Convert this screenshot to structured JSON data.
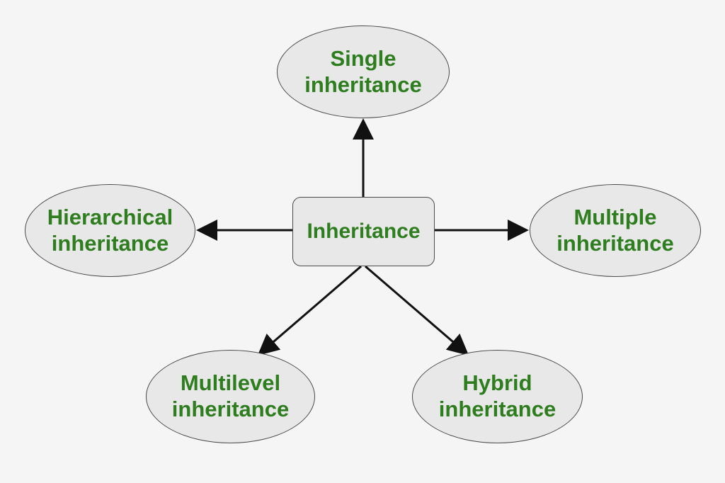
{
  "center": {
    "label": "Inheritance"
  },
  "nodes": {
    "single": {
      "line1": "Single",
      "line2": "inheritance"
    },
    "hierarchical": {
      "line1": "Hierarchical",
      "line2": "inheritance"
    },
    "multiple": {
      "line1": "Multiple",
      "line2": "inheritance"
    },
    "multilevel": {
      "line1": "Multilevel",
      "line2": "inheritance"
    },
    "hybrid": {
      "line1": "Hybrid",
      "line2": "inheritance"
    }
  },
  "colors": {
    "text": "#2e7d1f",
    "node_fill": "#e8e8e8",
    "node_border": "#4a4a4a",
    "arrow": "#111111",
    "background": "#f5f5f5"
  }
}
